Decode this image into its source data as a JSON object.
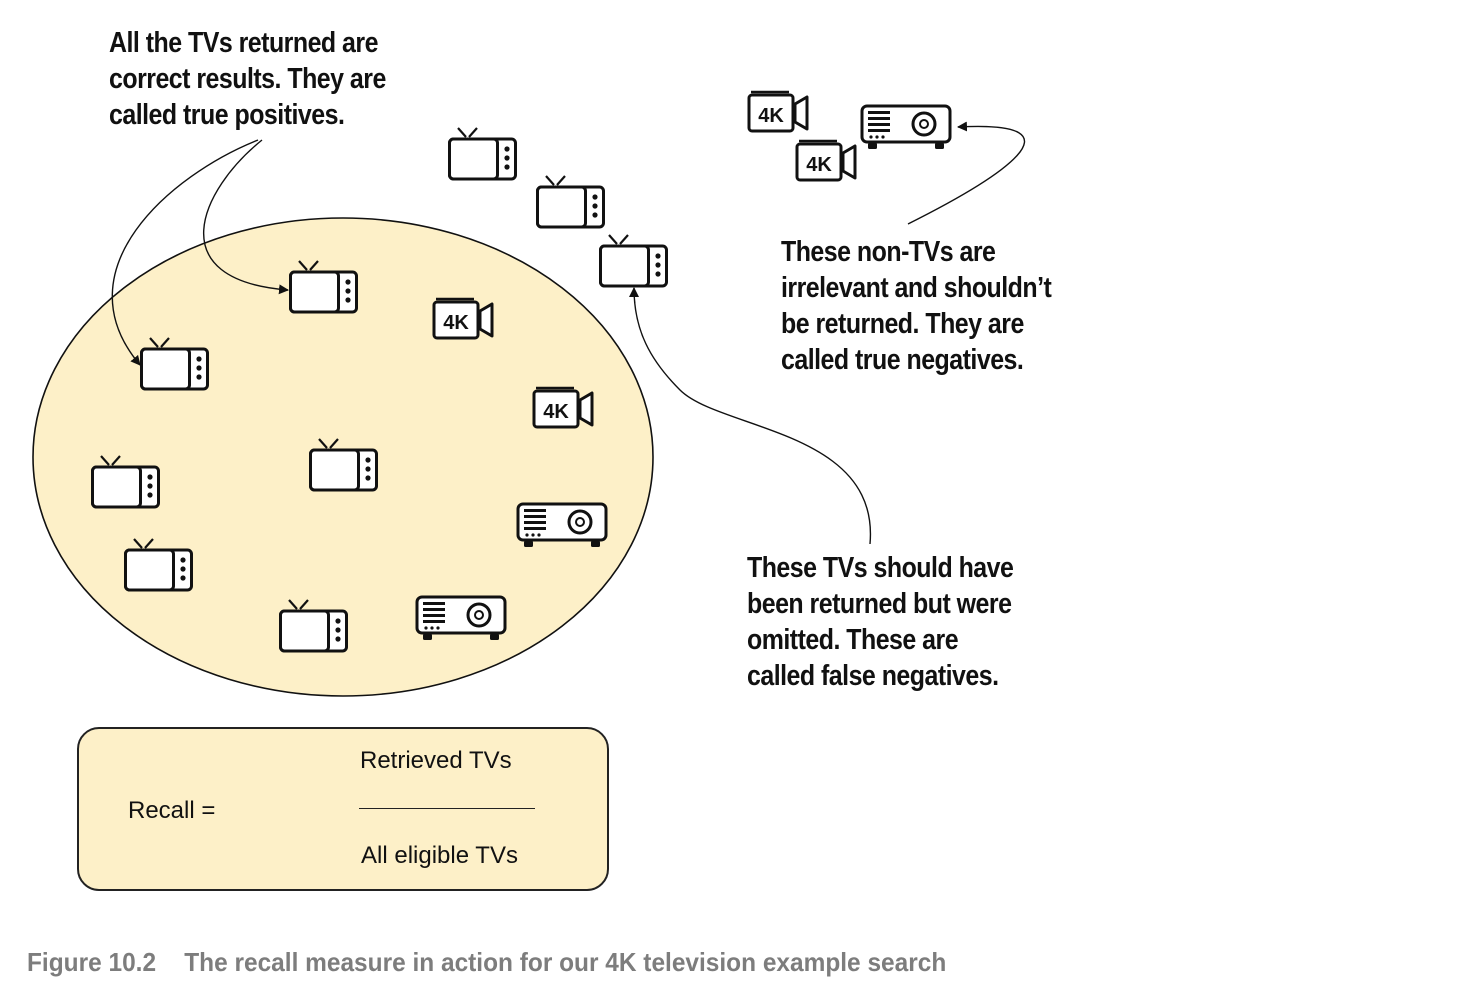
{
  "callouts": {
    "true_positives": [
      "All the TVs returned are",
      "correct results. They are",
      "called true positives."
    ],
    "true_negatives": [
      "These non-TVs are",
      "irrelevant and shouldn’t",
      "be returned. They are",
      "called true negatives."
    ],
    "false_negatives": [
      "These TVs should have",
      "been returned but were",
      "omitted. These are",
      "called false negatives."
    ]
  },
  "formula": {
    "label": "Recall  =",
    "numerator": "Retrieved TVs",
    "denominator": "All eligible TVs"
  },
  "caption": {
    "number": "Figure 10.2",
    "text": "The recall measure in action for our 4K television example search"
  },
  "icons": {
    "tv": "tv-icon",
    "camera": "4k-camera-icon",
    "projector": "projector-icon",
    "camera_badge": "4K"
  },
  "colors": {
    "ellipse_fill": "#fdf0c8",
    "stroke": "#111111",
    "caption": "#7d7d7d"
  }
}
